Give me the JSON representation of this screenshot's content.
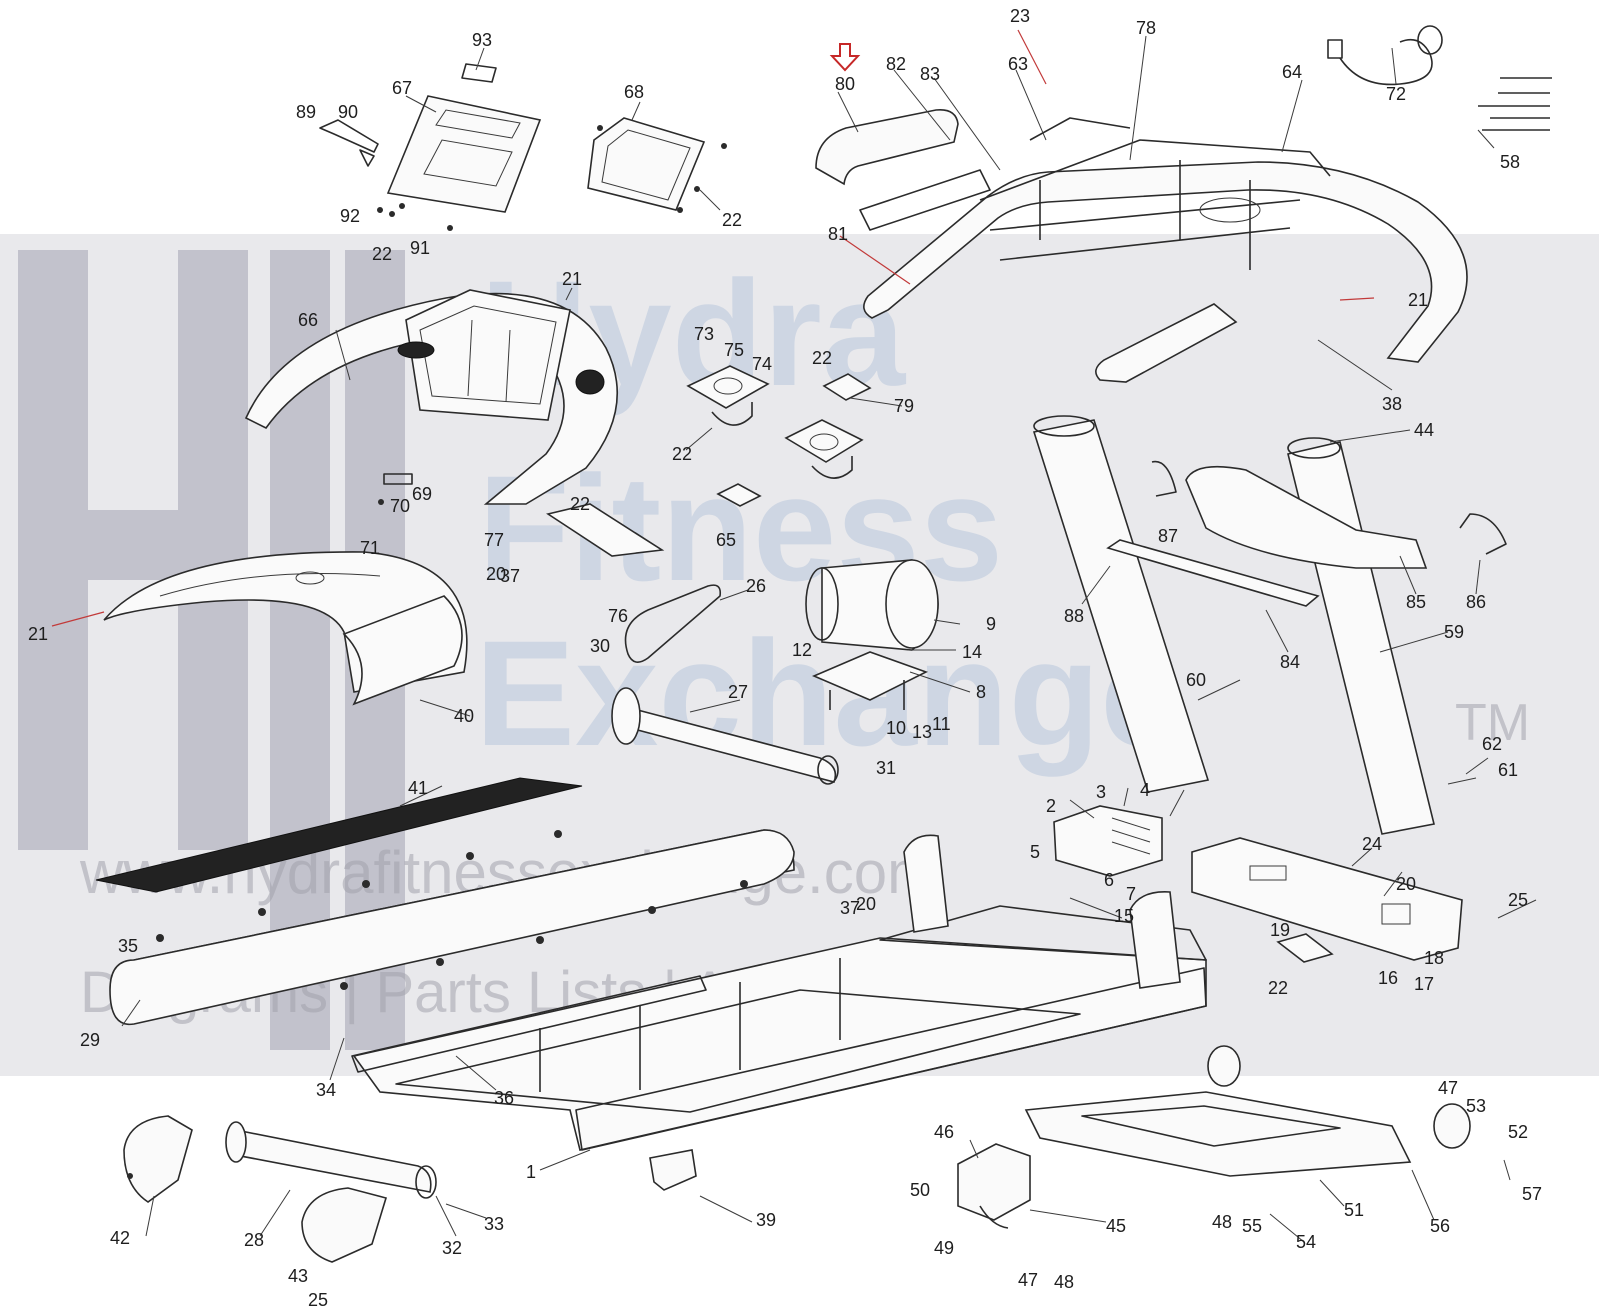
{
  "watermark": {
    "line1": "Hydra",
    "line2": "Fitness",
    "line3": "Exchange",
    "trademark": "TM",
    "url": "www.hydrafitnessexchange.com",
    "tagline": "Diagrams | Parts Lists | And More"
  },
  "highlight": {
    "label": "80",
    "arrow_color": "#c62828"
  },
  "part_labels": [
    "1",
    "2",
    "3",
    "4",
    "5",
    "6",
    "7",
    "8",
    "9",
    "10",
    "11",
    "12",
    "13",
    "14",
    "15",
    "16",
    "17",
    "18",
    "19",
    "20",
    "20",
    "20",
    "20",
    "21",
    "21",
    "21",
    "21",
    "22",
    "22",
    "22",
    "22",
    "22",
    "22",
    "23",
    "24",
    "25",
    "25",
    "26",
    "27",
    "28",
    "29",
    "30",
    "31",
    "32",
    "33",
    "34",
    "35",
    "36",
    "37",
    "37",
    "38",
    "39",
    "40",
    "41",
    "42",
    "43",
    "44",
    "45",
    "46",
    "47",
    "47",
    "48",
    "48",
    "49",
    "50",
    "51",
    "52",
    "53",
    "54",
    "55",
    "56",
    "57",
    "58",
    "59",
    "60",
    "61",
    "62",
    "63",
    "64",
    "65",
    "66",
    "67",
    "68",
    "69",
    "70",
    "71",
    "72",
    "73",
    "74",
    "75",
    "76",
    "77",
    "78",
    "79",
    "81",
    "82",
    "83",
    "84",
    "85",
    "86",
    "87",
    "88",
    "89",
    "90",
    "91",
    "92",
    "93"
  ]
}
